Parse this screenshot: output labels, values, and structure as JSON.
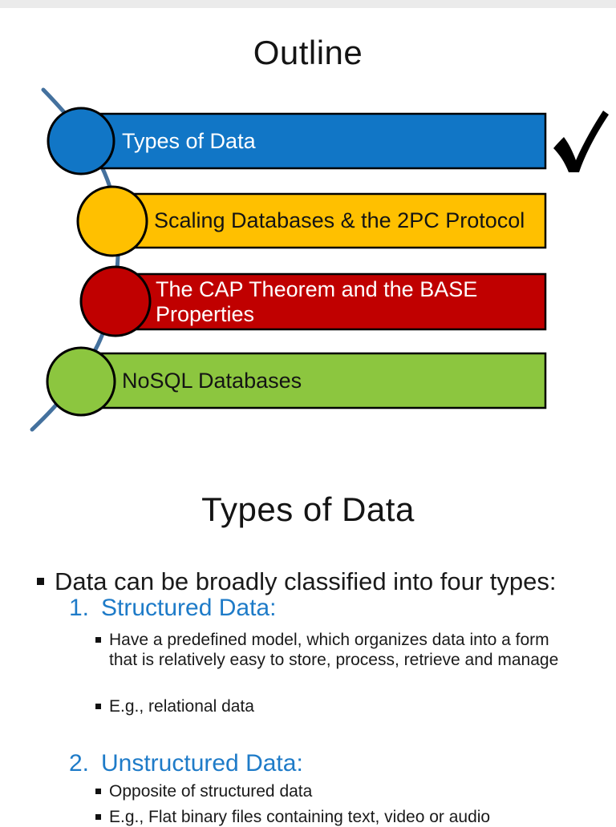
{
  "colors": {
    "connector": "#44719E",
    "heading_blue": "#1E7BC8",
    "checkmark": "#000000"
  },
  "slide1": {
    "title": "Outline",
    "items": [
      {
        "label": "Types of Data",
        "color": "#1176C6",
        "text_color": "#ffffff",
        "checked": true
      },
      {
        "label": "Scaling Databases & the 2PC Protocol",
        "color": "#FFC000",
        "text_color": "#141414",
        "checked": false
      },
      {
        "label": "The CAP Theorem and the BASE Properties",
        "color": "#C00000",
        "text_color": "#ffffff",
        "checked": false
      },
      {
        "label": "NoSQL Databases",
        "color": "#8CC63F",
        "text_color": "#141414",
        "checked": false
      }
    ]
  },
  "slide2": {
    "title": "Types of Data",
    "intro": "Data can be broadly classified into four types:",
    "sections": [
      {
        "number": "1.",
        "heading": "Structured Data:",
        "bullets": [
          "Have a predefined model, which organizes data into a form that is relatively easy to store, process, retrieve and manage",
          "E.g., relational data"
        ]
      },
      {
        "number": "2.",
        "heading": "Unstructured Data:",
        "bullets": [
          "Opposite of structured data",
          "E.g., Flat binary files containing text, video or audio"
        ]
      }
    ]
  }
}
